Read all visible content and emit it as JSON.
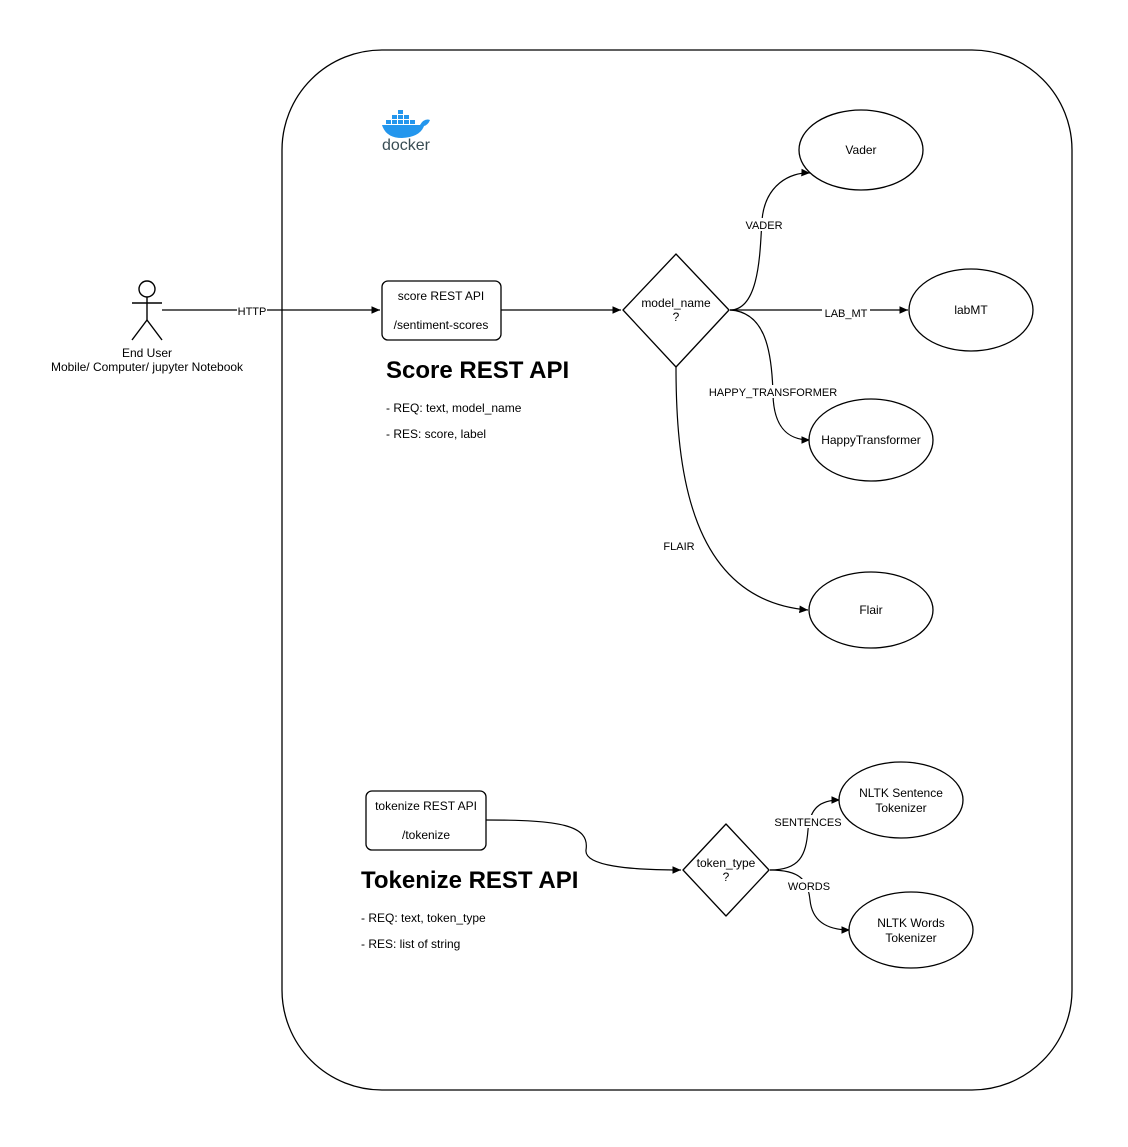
{
  "docker": {
    "label": "docker",
    "brand_color": "#2396ed"
  },
  "user": {
    "name": "End User",
    "devices": "Mobile/ Computer/ jupyter Notebook"
  },
  "http_label": "HTTP",
  "score_api": {
    "box_line1": "score REST API",
    "box_line2": "/sentiment-scores",
    "title": "Score REST API",
    "req": "- REQ: text, model_name",
    "res": "- RES: score, label"
  },
  "model_decision": {
    "line1": "model_name",
    "line2": "?"
  },
  "models": {
    "vader": {
      "edge": "VADER",
      "node": "Vader"
    },
    "labmt": {
      "edge": "LAB_MT",
      "node": "labMT"
    },
    "happy": {
      "edge": "HAPPY_TRANSFORMER",
      "node": "HappyTransformer"
    },
    "flair": {
      "edge": "FLAIR",
      "node": "Flair"
    }
  },
  "tokenize_api": {
    "box_line1": "tokenize REST API",
    "box_line2": "/tokenize",
    "title": "Tokenize REST API",
    "req": "- REQ: text, token_type",
    "res": "- RES: list of string"
  },
  "token_decision": {
    "line1": "token_type",
    "line2": "?"
  },
  "tokenizers": {
    "sentence": {
      "edge": "SENTENCES",
      "line1": "NLTK Sentence",
      "line2": "Tokenizer"
    },
    "words": {
      "edge": "WORDS",
      "line1": "NLTK Words",
      "line2": "Tokenizer"
    }
  }
}
